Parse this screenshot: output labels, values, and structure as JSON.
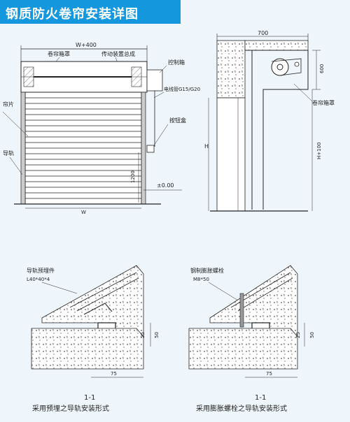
{
  "title": "钢质防火卷帘安装详图",
  "colors": {
    "title_bg": "#1497dc",
    "line": "#222222",
    "concrete": "#d9d9d9"
  },
  "front_view": {
    "dim_top": "W+400",
    "label_box": "卷帘箱罩",
    "label_drive": "传动装置总成",
    "label_control": "控制箱",
    "label_conduit": "电线管G15/G20",
    "label_curtain": "帘片",
    "label_button": "按钮盒",
    "label_rail": "导轨",
    "dim_height": "1200",
    "level": "±0.00",
    "dim_bottom": "W"
  },
  "side_view": {
    "dim_width": "700",
    "dim_box_height": "600",
    "label_box": "卷帘箱罩",
    "dim_h": "H",
    "dim_total": "H+100"
  },
  "detail_left": {
    "label_part": "导轨预埋件",
    "label_spec": "L40*40*4",
    "dim_25": "25",
    "dim_50": "50",
    "dim_75": "75",
    "section": "1-1",
    "caption": "采用预埋之导轨安装形式"
  },
  "detail_right": {
    "label_part": "钢制膨胀螺栓",
    "label_spec": "M8*50",
    "dim_25": "25",
    "dim_50": "50",
    "dim_75": "75",
    "section": "1-1",
    "caption": "采用膨胀螺栓之导轨安装形式"
  }
}
